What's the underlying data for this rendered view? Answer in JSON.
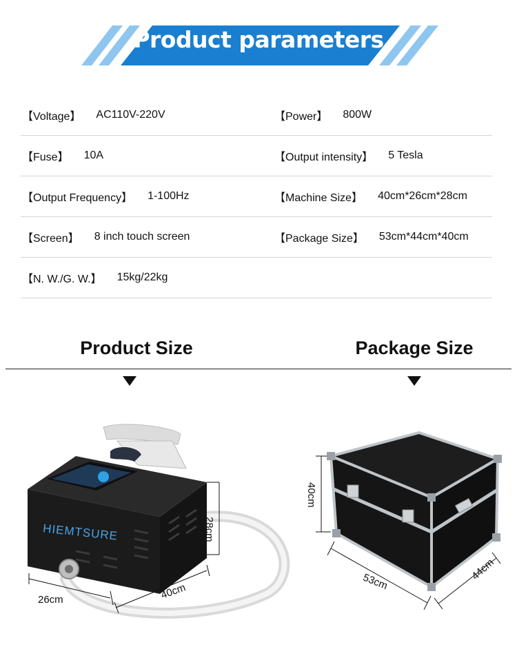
{
  "header": {
    "title": "Product parameters",
    "colors": {
      "primary": "#1a7fd0",
      "light": "#8fc6ef"
    }
  },
  "params": [
    {
      "left": {
        "label": "【Voltage】",
        "value": "AC110V-220V"
      },
      "right": {
        "label": "【Power】",
        "value": "800W"
      }
    },
    {
      "left": {
        "label": "【Fuse】",
        "value": "10A"
      },
      "right": {
        "label": "【Output intensity】",
        "value": "5 Tesla"
      }
    },
    {
      "left": {
        "label": "【Output Frequency】",
        "value": "1-100Hz"
      },
      "right": {
        "label": "【Machine Size】",
        "value": "40cm*26cm*28cm"
      }
    },
    {
      "left": {
        "label": "【Screen】",
        "value": "8 inch touch screen"
      },
      "right": {
        "label": "【Package Size】",
        "value": "53cm*44cm*40cm"
      }
    },
    {
      "left": {
        "label": "【N. W./G. W.】",
        "value": "15kg/22kg"
      }
    }
  ],
  "sections": {
    "product_size": "Product Size",
    "package_size": "Package Size"
  },
  "product": {
    "brand": "HIEMTSURE",
    "dims": {
      "height": "28cm",
      "length": "40cm",
      "width": "26cm"
    }
  },
  "package": {
    "dims": {
      "height": "40cm",
      "length": "53cm",
      "width": "44cm"
    }
  }
}
